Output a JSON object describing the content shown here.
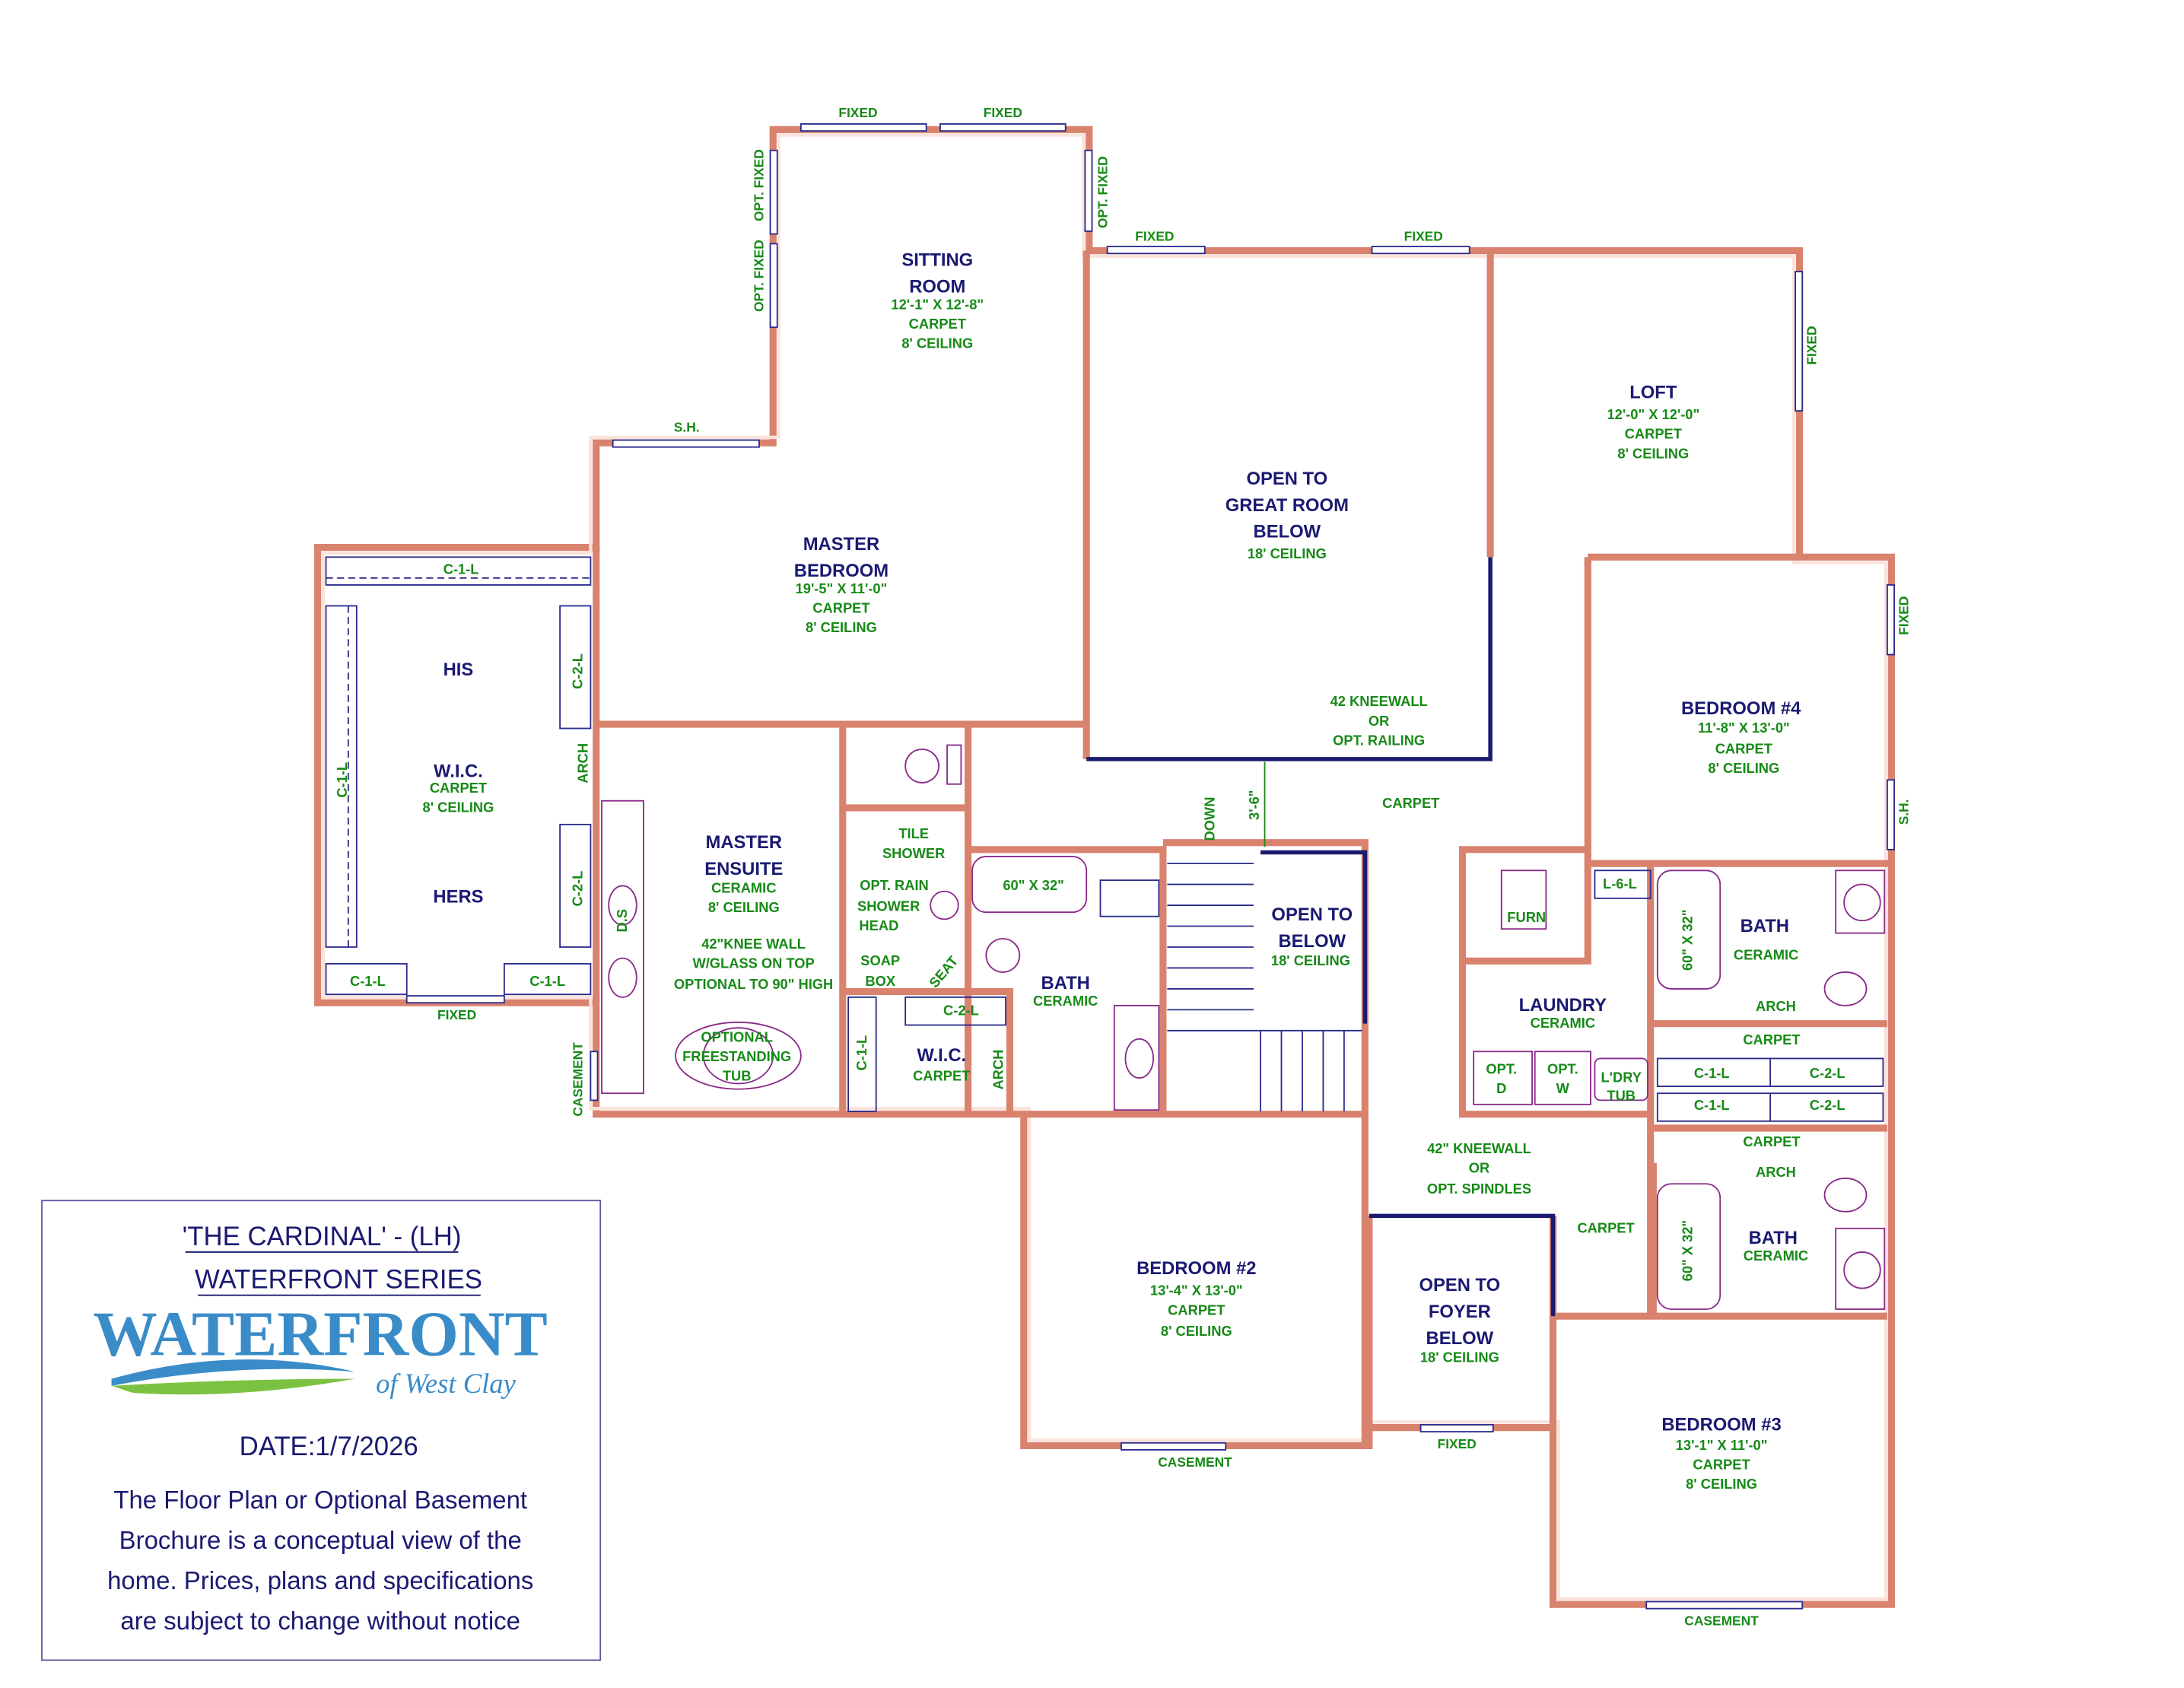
{
  "rooms": {
    "sitting": {
      "name1": "SITTING",
      "name2": "ROOM",
      "dims": "12'-1\" X 12'-8\"",
      "floor": "CARPET",
      "ceiling": "8' CEILING"
    },
    "master_bedroom": {
      "name1": "MASTER",
      "name2": "BEDROOM",
      "dims": "19'-5\" X 11'-0\"",
      "floor": "CARPET",
      "ceiling": "8' CEILING"
    },
    "great_room": {
      "name1": "OPEN TO",
      "name2": "GREAT ROOM",
      "name3": "BELOW",
      "ceiling": "18' CEILING"
    },
    "loft": {
      "name": "LOFT",
      "dims": "12'-0\" X 12'-0\"",
      "floor": "CARPET",
      "ceiling": "8' CEILING"
    },
    "bedroom4": {
      "name": "BEDROOM #4",
      "dims": "11'-8\" X 13'-0\"",
      "floor": "CARPET",
      "ceiling": "8' CEILING"
    },
    "wic_master": {
      "his": "HIS",
      "hers": "HERS",
      "name": "W.I.C.",
      "floor": "CARPET",
      "ceiling": "8' CEILING"
    },
    "ensuite": {
      "name1": "MASTER",
      "name2": "ENSUITE",
      "floor": "CERAMIC",
      "ceiling": "8' CEILING"
    },
    "open_below": {
      "name1": "OPEN TO",
      "name2": "BELOW",
      "ceiling": "18' CEILING"
    },
    "laundry": {
      "name": "LAUNDRY",
      "floor": "CERAMIC"
    },
    "bath_center": {
      "name": "BATH",
      "floor": "CERAMIC"
    },
    "bath_right_top": {
      "name": "BATH",
      "floor": "CERAMIC"
    },
    "bath_right_bottom": {
      "name": "BATH",
      "floor": "CERAMIC"
    },
    "wic_small": {
      "name": "W.I.C.",
      "floor": "CARPET"
    },
    "bedroom2": {
      "name": "BEDROOM #2",
      "dims": "13'-4\" X 13'-0\"",
      "floor": "CARPET",
      "ceiling": "8' CEILING"
    },
    "foyer": {
      "name1": "OPEN TO",
      "name2": "FOYER",
      "name3": "BELOW",
      "ceiling": "18' CEILING"
    },
    "bedroom3": {
      "name": "BEDROOM #3",
      "dims": "13'-1\" X 11'-0\"",
      "floor": "CARPET",
      "ceiling": "8' CEILING"
    }
  },
  "windows": {
    "fixed": "FIXED",
    "opt_fixed": "OPT. FIXED",
    "sh": "S.H.",
    "casement": "CASEMENT"
  },
  "labels": {
    "c1l": "C-1-L",
    "c2l": "C-2-L",
    "l6l": "L-6-L",
    "arch": "ARCH",
    "ds": "D.S",
    "carpet": "CARPET",
    "tile1": "TILE",
    "tile2": "SHOWER",
    "rain1": "OPT. RAIN",
    "rain2": "SHOWER",
    "rain3": "HEAD",
    "soap1": "SOAP",
    "soap2": "BOX",
    "seat": "SEAT",
    "knee1": "42\"KNEE WALL",
    "knee2": "W/GLASS ON TOP",
    "knee3": "OPTIONAL TO 90\" HIGH",
    "tub1": "OPTIONAL",
    "tub2": "FREESTANDING",
    "tub3": "TUB",
    "tubsize": "60\" X 32\"",
    "kw1": "42 KNEEWALL",
    "kw2": "OR",
    "kw3": "OPT. RAILING",
    "sp1": "42\" KNEEWALL",
    "sp2": "OR",
    "sp3": "OPT. SPINDLES",
    "down": "DOWN",
    "gap": "3'-6\"",
    "furn": "FURN",
    "optd1": "OPT.",
    "optd2": "D",
    "optw1": "OPT.",
    "optw2": "W",
    "ldry1": "L'DRY",
    "ldry2": "TUB"
  },
  "legend": {
    "title": "'THE CARDINAL' - (LH)",
    "series": "WATERFRONT SERIES",
    "logo_main": "WATERFRONT",
    "logo_sub": "of West Clay",
    "date": "DATE:1/7/2026",
    "disclaimer": [
      "The Floor Plan or Optional Basement",
      "Brochure is a conceptual view of the",
      "home.  Prices, plans and specifications",
      "are subject to change without notice"
    ]
  },
  "colors": {
    "wall": "#d9826e",
    "room_name": "#1a1a72",
    "label": "#178a17",
    "logo_blue": "#3a8cc8",
    "logo_green": "#7cc242"
  }
}
